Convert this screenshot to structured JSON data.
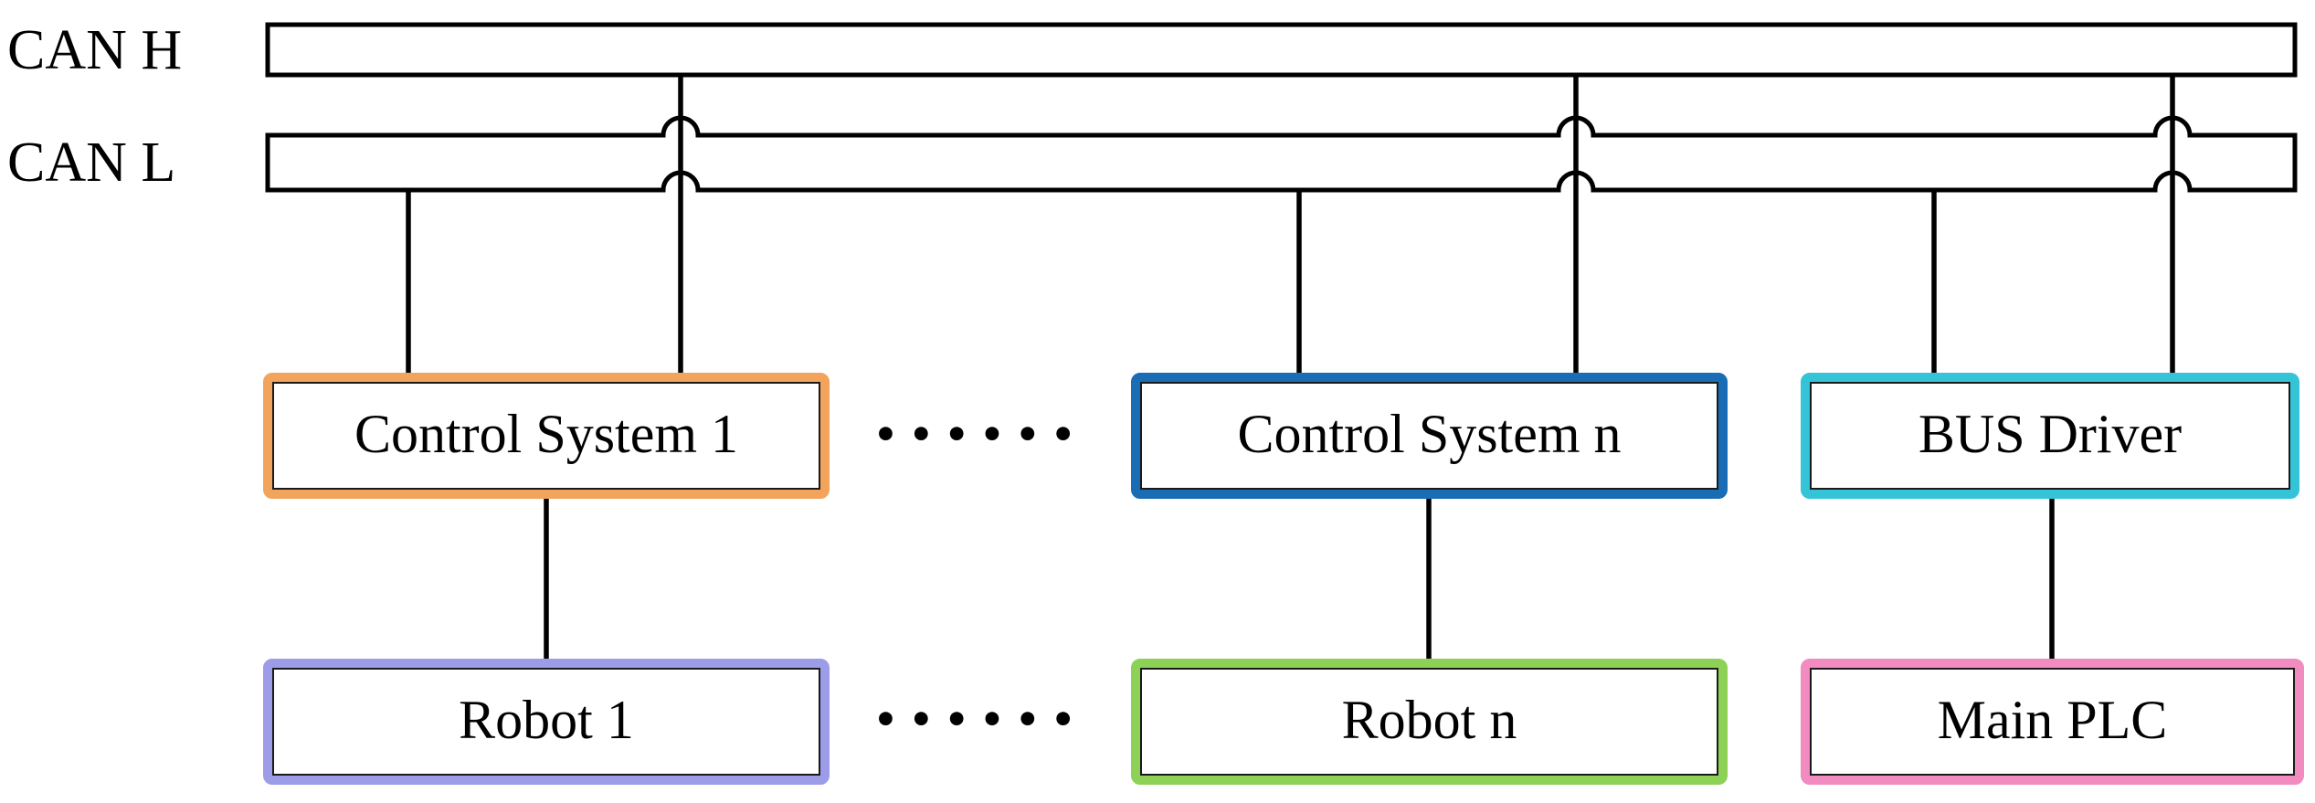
{
  "figure": {
    "background": "#FFFFFF",
    "wire_color": "#000000",
    "bus": {
      "can_h_label": "CAN H",
      "can_l_label": "CAN L"
    },
    "row_controllers": {
      "control_system_1": {
        "label": "Control System 1",
        "border_color": "#F2A45C"
      },
      "ellipsis": "••••••",
      "control_system_n": {
        "label": "Control System n",
        "border_color": "#1A6DB5"
      },
      "bus_driver": {
        "label": "BUS Driver",
        "border_color": "#35C4D7"
      }
    },
    "row_devices": {
      "robot_1": {
        "label": "Robot 1",
        "border_color": "#9C9CE8"
      },
      "ellipsis": "••••••",
      "robot_n": {
        "label": "Robot n",
        "border_color": "#8DD156"
      },
      "main_plc": {
        "label": "Main PLC",
        "border_color": "#F18BC0"
      }
    }
  }
}
